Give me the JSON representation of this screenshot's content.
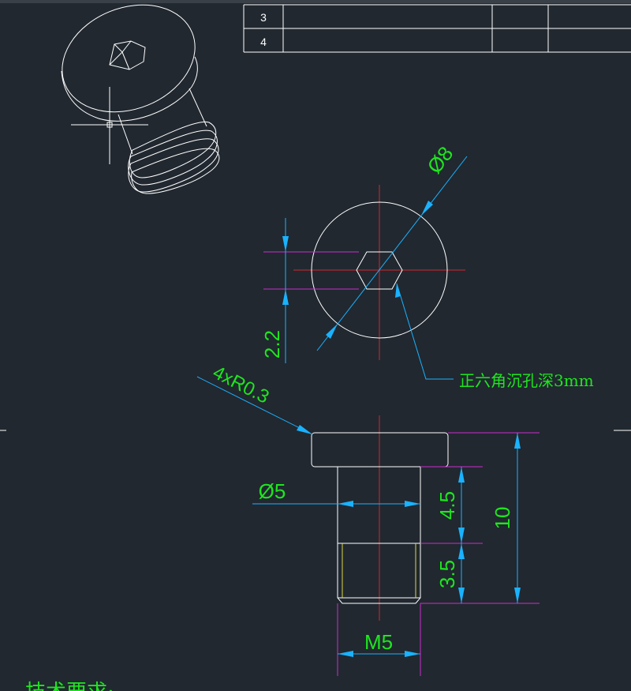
{
  "parts_table": {
    "rows": [
      {
        "index": "3"
      },
      {
        "index": "4"
      }
    ]
  },
  "dimensions": {
    "head_diameter": "Ø8",
    "hex_size": "2.2",
    "hex_note": "正六角沉孔深3mm",
    "fillet": "4xR0.3",
    "shank_diameter": "Ø5",
    "shank_length": "4.5",
    "thread_length": "3.5",
    "total_length": "10",
    "thread_size": "M5"
  },
  "notes": {
    "tech_requirements": "技术要求:"
  },
  "colors": {
    "background": "#212830",
    "outline": "#ffffff",
    "dimension_line": "#1ab2ff",
    "extension_line": "#cc2ecc",
    "center_line": "#d4262b",
    "thread_line": "#d9d94a",
    "dimension_text": "#1ee61e"
  }
}
